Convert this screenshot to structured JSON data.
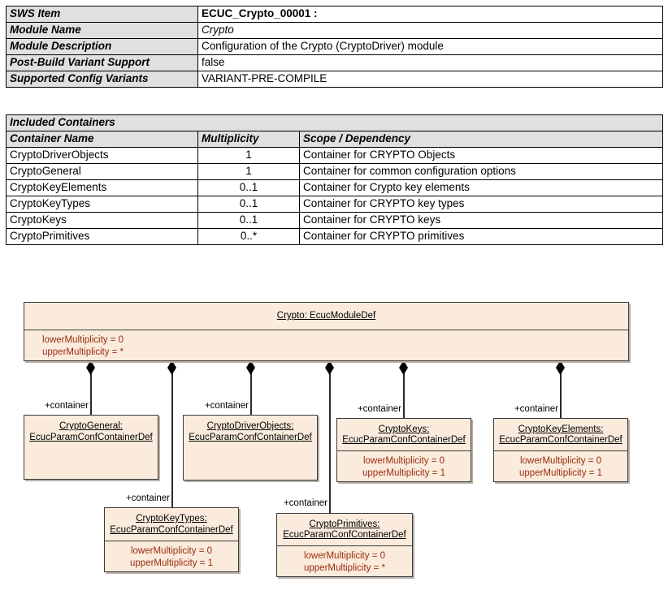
{
  "module_table": {
    "rows": [
      {
        "label": "SWS Item",
        "value": "ECUC_Crypto_00001 :",
        "style": "bold"
      },
      {
        "label": "Module Name",
        "value": "Crypto",
        "style": "italic"
      },
      {
        "label": "Module Description",
        "value": "Configuration of the Crypto (CryptoDriver) module",
        "style": "plain"
      },
      {
        "label": "Post-Build Variant Support",
        "value": "false",
        "style": "plain"
      },
      {
        "label": "Supported Config Variants",
        "value": "VARIANT-PRE-COMPILE",
        "style": "plain"
      }
    ]
  },
  "containers_table": {
    "section_title": "Included Containers",
    "headers": [
      "Container Name",
      "Multiplicity",
      "Scope / Dependency"
    ],
    "rows": [
      {
        "name": "CryptoDriverObjects",
        "multiplicity": "1",
        "scope": "Container for CRYPTO Objects"
      },
      {
        "name": "CryptoGeneral",
        "multiplicity": "1",
        "scope": "Container for common configuration options"
      },
      {
        "name": "CryptoKeyElements",
        "multiplicity": "0..1",
        "scope": "Container for Crypto key elements"
      },
      {
        "name": "CryptoKeyTypes",
        "multiplicity": "0..1",
        "scope": "Container for CRYPTO key types"
      },
      {
        "name": "CryptoKeys",
        "multiplicity": "0..1",
        "scope": "Container for CRYPTO keys"
      },
      {
        "name": "CryptoPrimitives",
        "multiplicity": "0..*",
        "scope": "Container for CRYPTO primitives"
      }
    ]
  },
  "diagram": {
    "module": {
      "title": "Crypto: EcucModuleDef",
      "attr_lower": "lowerMultiplicity = 0",
      "attr_upper": "upperMultiplicity = *"
    },
    "association_label": "+container",
    "containers": [
      {
        "title_line1": "CryptoGeneral:",
        "title_line2": "EcucParamConfContainerDef",
        "attr_lower": "",
        "attr_upper": ""
      },
      {
        "title_line1": "CryptoDriverObjects:",
        "title_line2": "EcucParamConfContainerDef",
        "attr_lower": "",
        "attr_upper": ""
      },
      {
        "title_line1": "CryptoKeys:",
        "title_line2": "EcucParamConfContainerDef",
        "attr_lower": "lowerMultiplicity = 0",
        "attr_upper": "upperMultiplicity = 1"
      },
      {
        "title_line1": "CryptoKeyElements:",
        "title_line2": "EcucParamConfContainerDef",
        "attr_lower": "lowerMultiplicity = 0",
        "attr_upper": "upperMultiplicity = 1"
      },
      {
        "title_line1": "CryptoKeyTypes:",
        "title_line2": "EcucParamConfContainerDef",
        "attr_lower": "lowerMultiplicity = 0",
        "attr_upper": "upperMultiplicity = 1"
      },
      {
        "title_line1": "CryptoPrimitives:",
        "title_line2": "EcucParamConfContainerDef",
        "attr_lower": "lowerMultiplicity = 0",
        "attr_upper": "upperMultiplicity = *"
      }
    ],
    "colors": {
      "box_fill": "#faebdc",
      "box_border": "#3a3a3a",
      "attr_text": "#9a2d0f",
      "table_header_fill": "#e0e0e0"
    }
  }
}
